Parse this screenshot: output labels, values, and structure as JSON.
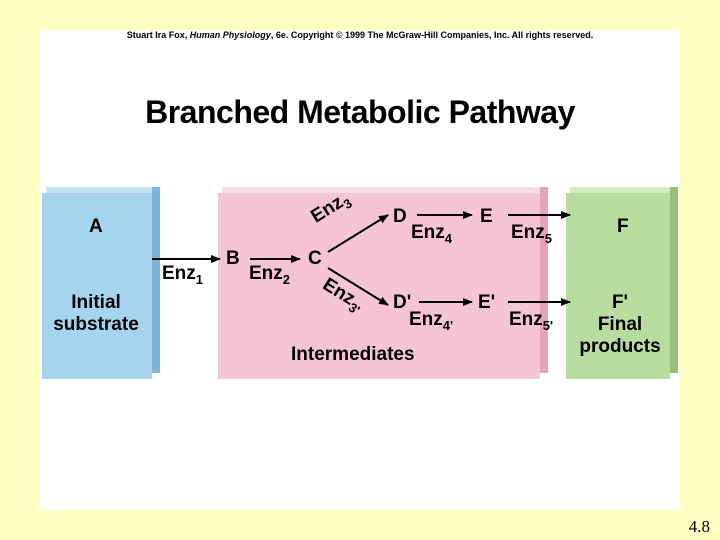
{
  "copyright": {
    "prefix": "Stuart Ira Fox, ",
    "book": "Human Physiology",
    "suffix": ", 6e. Copyright © 1999 The McGraw-Hill Companies, Inc.  All rights reserved."
  },
  "title": "Branched Metabolic Pathway",
  "boxes": {
    "initial": {
      "letter": "A",
      "label_line1": "Initial",
      "label_line2": "substrate",
      "color": "#a6d4ee"
    },
    "intermediates": {
      "label": "Intermediates",
      "color": "#f6c5d3"
    },
    "final": {
      "letter_top": "F",
      "letter_bottom": "F'",
      "label_line1": "Final",
      "label_line2": "products",
      "color": "#b9dca0"
    }
  },
  "nodes": {
    "B": "B",
    "C": "C",
    "D": "D",
    "E": "E",
    "D2": "D'",
    "E2": "E'"
  },
  "enzymes": {
    "enz1": {
      "base": "Enz",
      "sub": "1"
    },
    "enz2": {
      "base": "Enz",
      "sub": "2"
    },
    "enz3": {
      "base": "Enz",
      "sub": "3"
    },
    "enz3p": {
      "base": "Enz",
      "sub": "3'"
    },
    "enz4": {
      "base": "Enz",
      "sub": "4"
    },
    "enz4p": {
      "base": "Enz",
      "sub": "4'"
    },
    "enz5": {
      "base": "Enz",
      "sub": "5"
    },
    "enz5p": {
      "base": "Enz",
      "sub": "5'"
    }
  },
  "figure_number": "4.8"
}
